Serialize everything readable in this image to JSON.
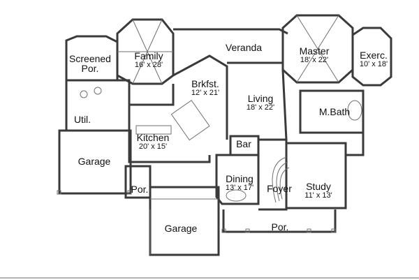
{
  "title": "",
  "colors": {
    "wall": "#3a3a3a",
    "thin_line": "#6f6f6f",
    "fixture": "#8a8a8a",
    "background": "#ffffff",
    "bottom_rule": "#9a9a9a"
  },
  "rooms": {
    "screened_porch": {
      "name_line1": "Screened",
      "name_line2": "Por."
    },
    "family": {
      "name": "Family",
      "dims": "16' x 28'"
    },
    "veranda": {
      "name": "Veranda"
    },
    "master": {
      "name": "Master",
      "dims": "18' x 22'"
    },
    "exercise": {
      "name": "Exerc.",
      "dims": "10' x 18'"
    },
    "breakfast": {
      "name": "Brkfst.",
      "dims": "12' x 21'"
    },
    "living": {
      "name": "Living",
      "dims": "18' x 22'"
    },
    "master_bath": {
      "name": "M.Bath"
    },
    "utility": {
      "name": "Util."
    },
    "kitchen": {
      "name": "Kitchen",
      "dims": "20' x 15'"
    },
    "bar": {
      "name": "Bar"
    },
    "garage_left": {
      "name": "Garage"
    },
    "dining": {
      "name": "Dining",
      "dims": "13' x 17'"
    },
    "foyer": {
      "name": "Foyer"
    },
    "study": {
      "name": "Study",
      "dims": "11' x 13'"
    },
    "porch_side": {
      "name": "Por."
    },
    "garage_bottom": {
      "name": "Garage"
    },
    "porch_front": {
      "name": "Por."
    }
  }
}
